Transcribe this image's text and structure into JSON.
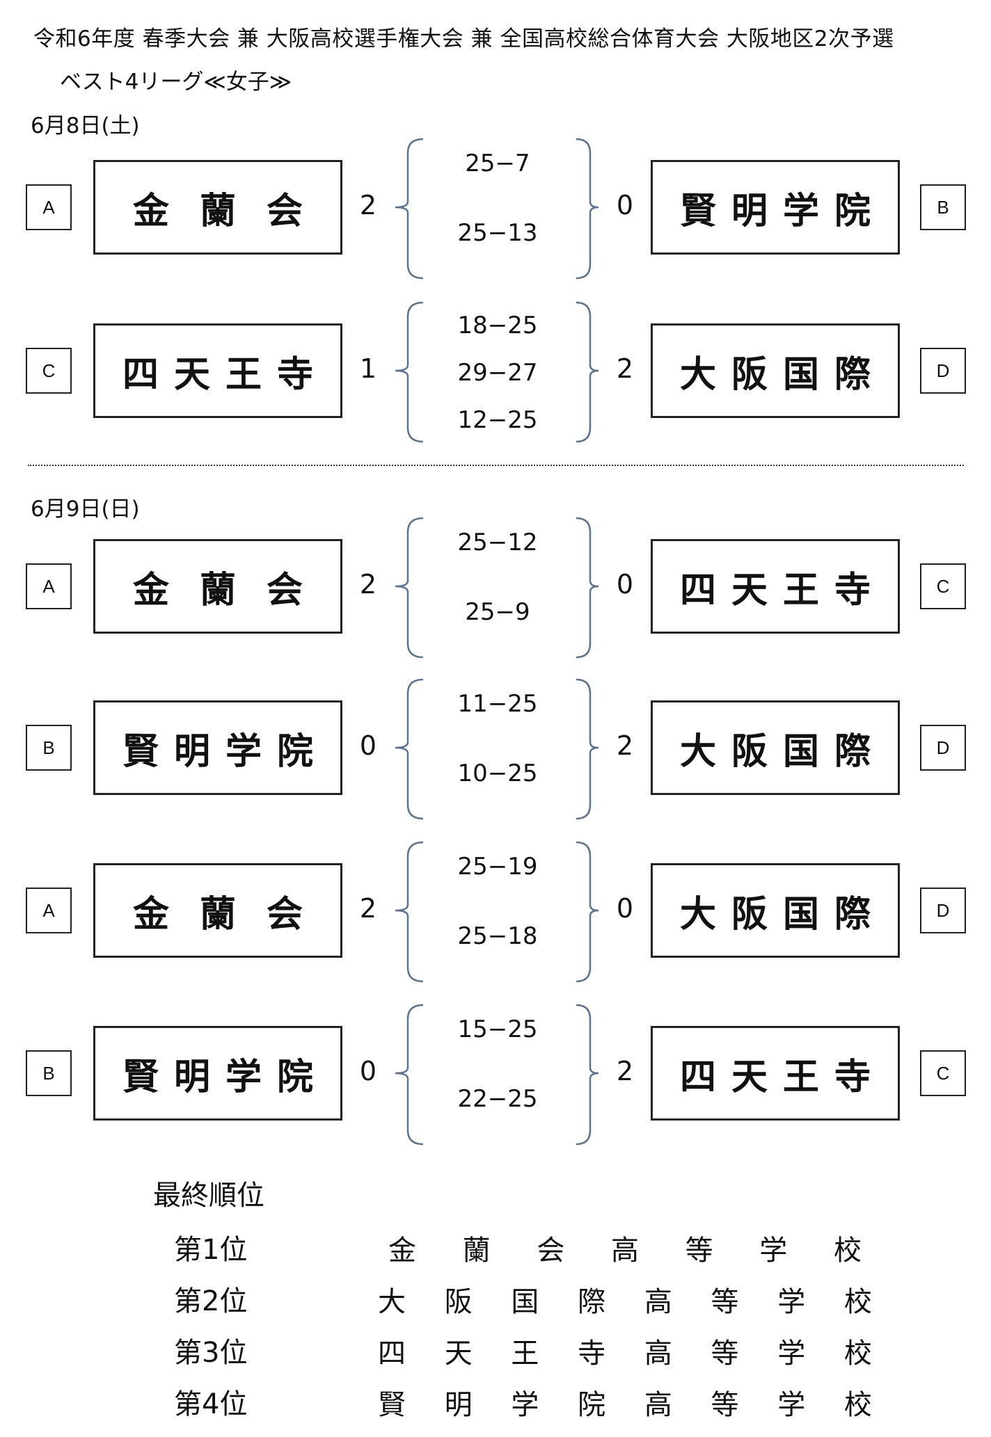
{
  "header": {
    "title": "令和6年度 春季大会 兼 大阪高校選手権大会 兼 全国高校総合体育大会 大阪地区2次予選",
    "subtitle": "ベスト4リーグ≪女子≫"
  },
  "days": [
    {
      "date": "6月8日(土)",
      "matches": [
        {
          "left_letter": "A",
          "left_team": "金蘭会",
          "left_sets": "2",
          "games": [
            "25−7",
            "25−13"
          ],
          "right_sets": "0",
          "right_team": "賢明学院",
          "right_letter": "B"
        },
        {
          "left_letter": "C",
          "left_team": "四天王寺",
          "left_sets": "1",
          "games": [
            "18−25",
            "29−27",
            "12−25"
          ],
          "right_sets": "2",
          "right_team": "大阪国際",
          "right_letter": "D"
        }
      ]
    },
    {
      "date": "6月9日(日)",
      "matches": [
        {
          "left_letter": "A",
          "left_team": "金蘭会",
          "left_sets": "2",
          "games": [
            "25−12",
            "25−9"
          ],
          "right_sets": "0",
          "right_team": "四天王寺",
          "right_letter": "C"
        },
        {
          "left_letter": "B",
          "left_team": "賢明学院",
          "left_sets": "0",
          "games": [
            "11−25",
            "10−25"
          ],
          "right_sets": "2",
          "right_team": "大阪国際",
          "right_letter": "D"
        },
        {
          "left_letter": "A",
          "left_team": "金蘭会",
          "left_sets": "2",
          "games": [
            "25−19",
            "25−18"
          ],
          "right_sets": "0",
          "right_team": "大阪国際",
          "right_letter": "D"
        },
        {
          "left_letter": "B",
          "left_team": "賢明学院",
          "left_sets": "0",
          "games": [
            "15−25",
            "22−25"
          ],
          "right_sets": "2",
          "right_team": "四天王寺",
          "right_letter": "C"
        }
      ]
    }
  ],
  "ranking": {
    "title": "最終順位",
    "rows": [
      {
        "label": "第1位",
        "school": "金蘭会高等学校"
      },
      {
        "label": "第2位",
        "school": "大阪国際高等学校"
      },
      {
        "label": "第3位",
        "school": "四天王寺高等学校"
      },
      {
        "label": "第4位",
        "school": "賢明学院高等学校"
      }
    ]
  },
  "colors": {
    "bracket": "#5a7394",
    "text": "#111111",
    "border": "#222222"
  }
}
